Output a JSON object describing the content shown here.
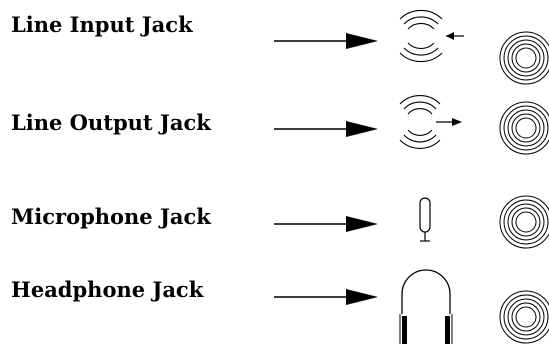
{
  "diagram": {
    "rows": [
      {
        "id": "line-input",
        "label": "Line Input Jack",
        "icon": "line-in-icon"
      },
      {
        "id": "line-output",
        "label": "Line Output Jack",
        "icon": "line-out-icon"
      },
      {
        "id": "microphone",
        "label": "Microphone Jack",
        "icon": "microphone-icon"
      },
      {
        "id": "headphone",
        "label": "Headphone Jack",
        "icon": "headphone-icon"
      }
    ]
  }
}
